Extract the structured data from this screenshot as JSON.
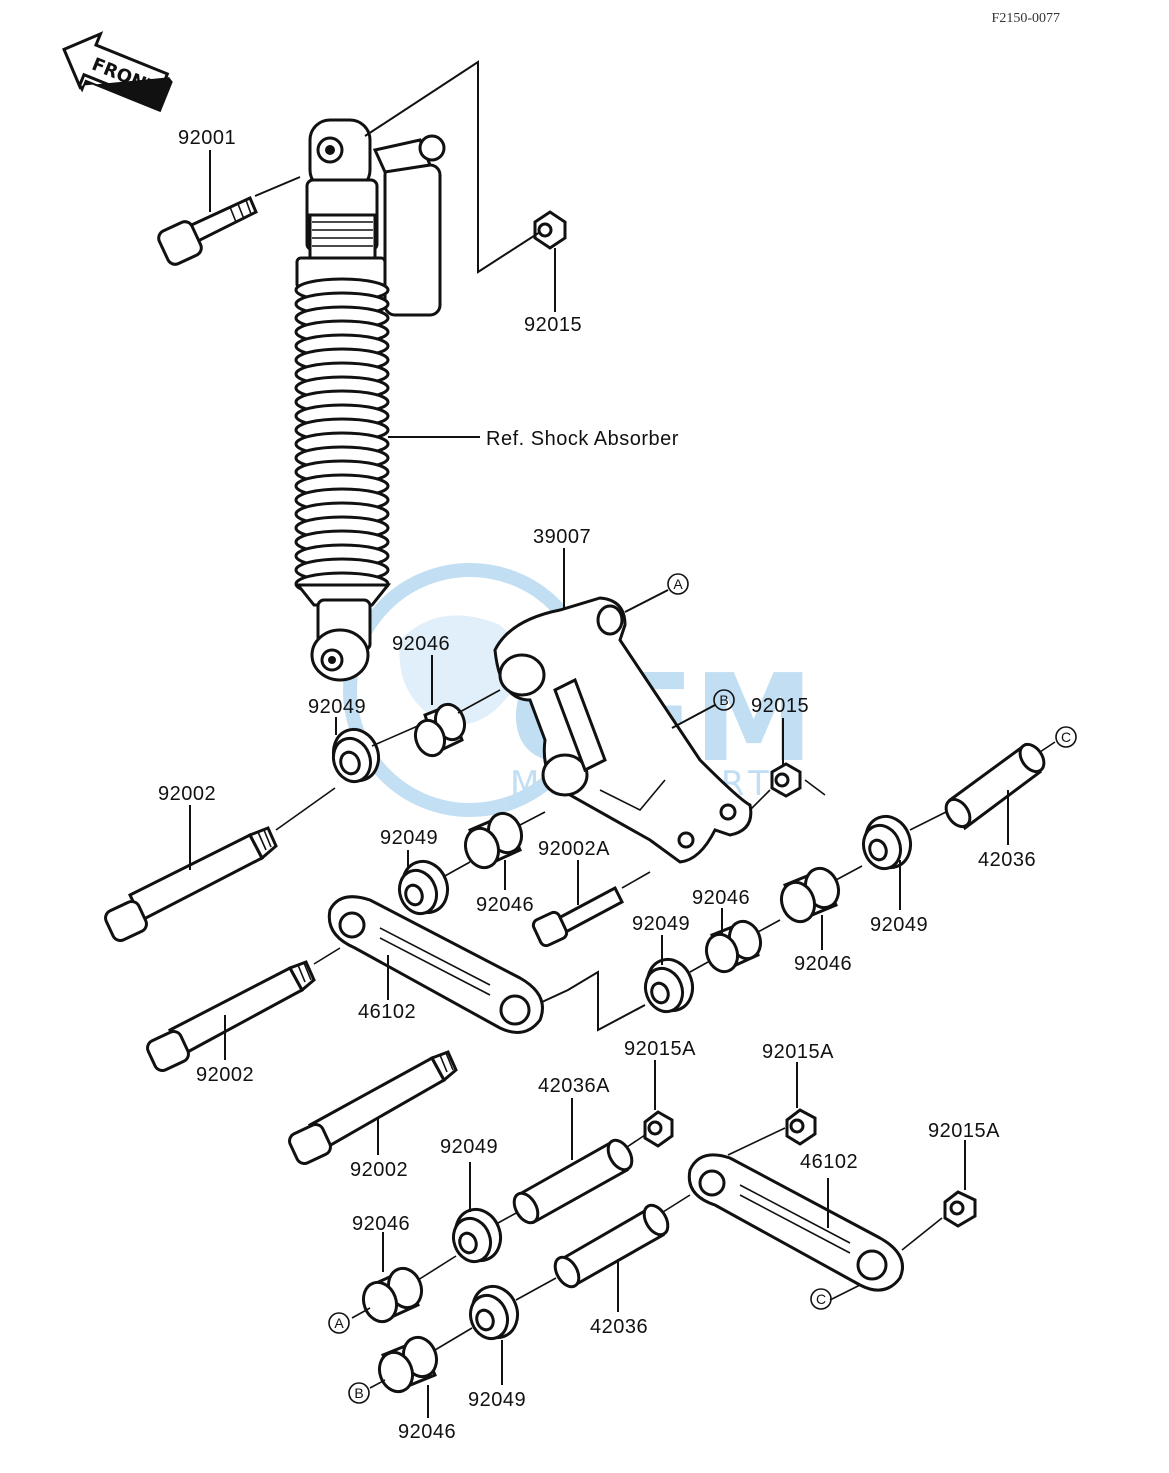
{
  "diagram_code": "F2150-0077",
  "front_label": "FRONT",
  "watermark": {
    "line1": "OEM",
    "line2": "MOTORPARTS",
    "color": "#8fc4ea"
  },
  "ref_label": "Ref. Shock Absorber",
  "parts": {
    "bolt_top": "92001",
    "nut_top": "92015",
    "rocker_arm": "39007",
    "collar_upper": "92046",
    "seal_upper_left": "92049",
    "nut_right": "92015",
    "pivot_shaft_left": "92002",
    "seal_mid_left": "92049",
    "collar_mid_left": "92046",
    "bolt_92002a": "92002A",
    "collar_mid_right_a": "92046",
    "collar_mid_right_b": "92046",
    "seal_mid_center": "92049",
    "seal_mid_right": "92049",
    "sleeve_right": "42036",
    "link_rod_upper": "46102",
    "pivot_shaft_mid": "92002",
    "pivot_shaft_lower": "92002",
    "nut_92015a_center": "92015A",
    "nut_92015a_right": "92015A",
    "nut_92015a_far_right": "92015A",
    "sleeve_42036a": "42036A",
    "seal_lower": "92049",
    "link_rod_lower": "46102",
    "collar_lower_a": "92046",
    "sleeve_lower": "42036",
    "seal_bottom": "92049",
    "collar_bottom": "92046"
  },
  "callouts": {
    "a_top": "A",
    "b_top": "B",
    "c_top": "C",
    "a_bottom": "A",
    "b_bottom": "B",
    "c_bottom": "C"
  }
}
